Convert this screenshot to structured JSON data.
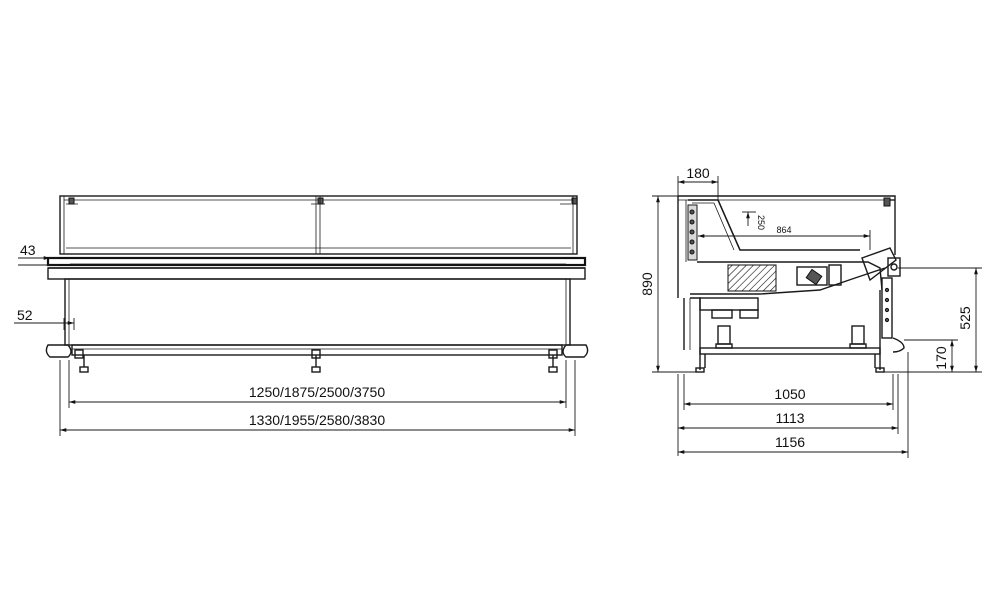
{
  "front_view": {
    "dim_43": "43",
    "dim_52": "52",
    "dim_inner_length": "1250/1875/2500/3750",
    "dim_outer_length": "1330/1955/2580/3830"
  },
  "side_view": {
    "dim_180": "180",
    "dim_250": "250",
    "dim_864": "864",
    "dim_890": "890",
    "dim_525": "525",
    "dim_170": "170",
    "dim_1050": "1050",
    "dim_1113": "1113",
    "dim_1156": "1156"
  }
}
